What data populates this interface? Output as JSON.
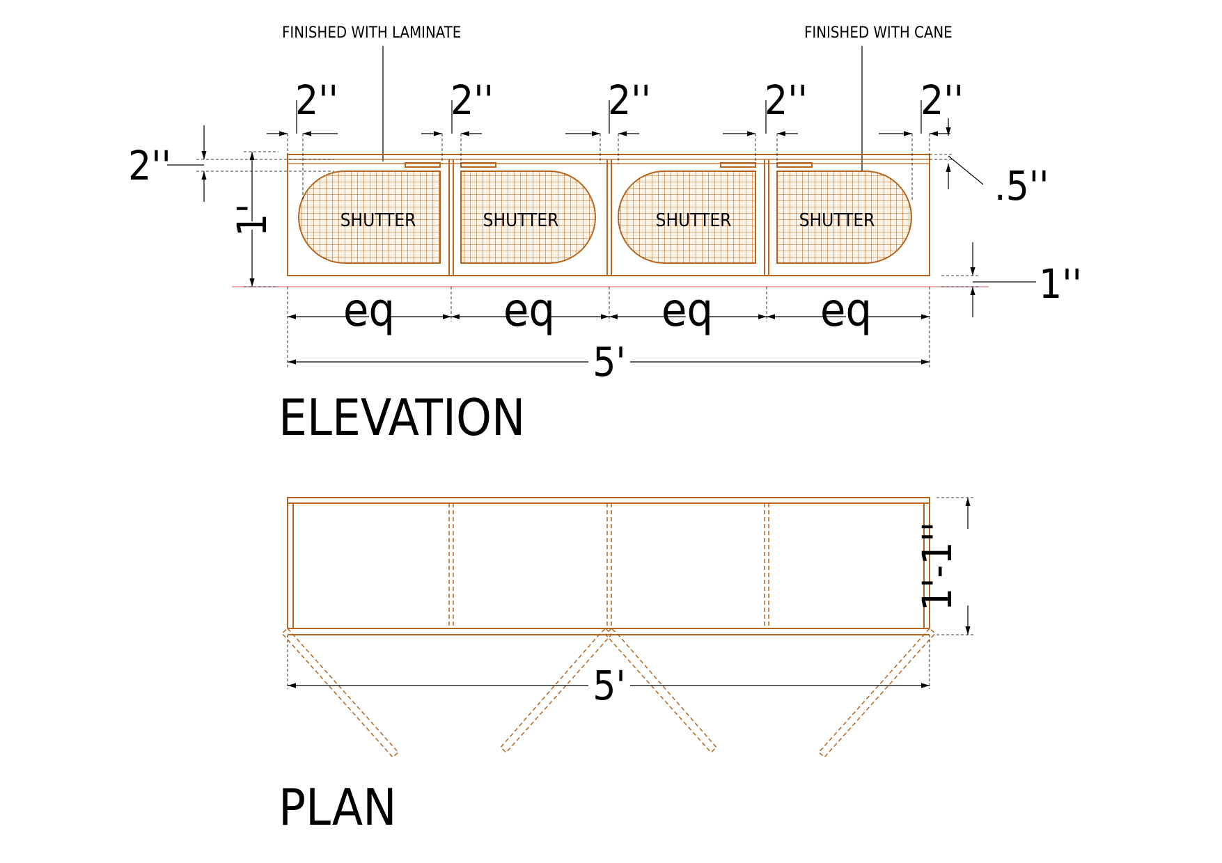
{
  "notes": {
    "laminate": "FINISHED WITH LAMINATE",
    "cane": "FINISHED WITH CANE"
  },
  "elevation": {
    "title": "ELEVATION",
    "gaps": [
      "2''",
      "2''",
      "2''",
      "2''",
      "2''"
    ],
    "top_gap": "2''",
    "depth_offset": ".5''",
    "height": "1'",
    "base_gap": "1''",
    "shutters": [
      "SHUTTER",
      "SHUTTER",
      "SHUTTER",
      "SHUTTER"
    ],
    "eq_labels": [
      "eq",
      "eq",
      "eq",
      "eq"
    ],
    "total_width": "5'"
  },
  "plan": {
    "title": "PLAN",
    "total_width": "5'",
    "depth": "1'-1''"
  },
  "colors": {
    "cabinet": "#b5651d",
    "dimension": "#000000",
    "ground_line": "#d85060"
  }
}
